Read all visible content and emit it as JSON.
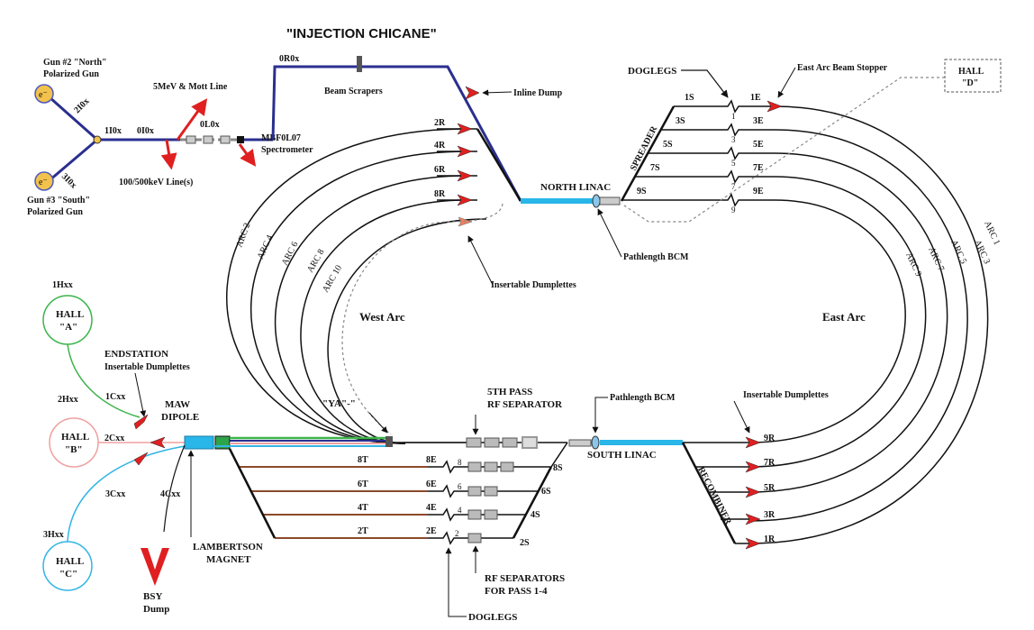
{
  "title": "\"INJECTION CHICANE\"",
  "injector": {
    "gun2_line1": "Gun #2  \"North\"",
    "gun2_line2": "Polarized Gun",
    "gun3_line1": "Gun #3  \"South\"",
    "gun3_line2": "Polarized Gun",
    "gun_symbol": "e⁻",
    "l2I0x": "2I0x",
    "l3I0x": "3I0x",
    "l1I0x": "1I0x",
    "l0I0x": "0I0x",
    "l0L0x": "0L0x",
    "l0R0x": "0R0x",
    "mott": "5MeV & Mott Line",
    "kev": "100/500keV Line(s)",
    "mbf1": "MBF0L07",
    "mbf2": "Spectrometer",
    "scrapers": "Beam Scrapers",
    "inline_dump": "Inline Dump"
  },
  "north": {
    "linac": "NORTH LINAC",
    "bcm": "Pathlength BCM",
    "west_dumps": [
      "2R",
      "4R",
      "6R",
      "8R"
    ],
    "insertable": "Insertable Dumplettes",
    "spreader": "SPREADER",
    "doglegs": "DOGLEGS",
    "stopper": "East Arc Beam Stopper",
    "hall_d_1": "HALL",
    "hall_d_2": "\"D\"",
    "s_labels": [
      "1S",
      "3S",
      "5S",
      "7S",
      "9S"
    ],
    "e_labels": [
      "1E",
      "3E",
      "5E",
      "7E",
      "9E"
    ],
    "n_labels": [
      "1",
      "3",
      "5",
      "7",
      "9"
    ]
  },
  "arcs": {
    "west": [
      "ARC 2",
      "ARC 4",
      "ARC 6",
      "ARC 8",
      "ARC 10"
    ],
    "east": [
      "ARC 1",
      "ARC 3",
      "ARC 5",
      "ARC 7",
      "ARC 9"
    ],
    "west_label": "West Arc",
    "east_label": "East Arc"
  },
  "halls": {
    "a_code": "1Hxx",
    "a_1": "HALL",
    "a_2": "\"A\"",
    "b_code": "2Hxx",
    "b_1": "HALL",
    "b_2": "\"B\"",
    "c_code": "3Hxx",
    "c_1": "HALL",
    "c_2": "\"C\"",
    "endstation_1": "ENDSTATION",
    "endstation_2": "Insertable Dumplettes",
    "c1": "1Cxx",
    "c2": "2Cxx",
    "c3": "3Cxx",
    "c4": "4Cxx",
    "maw_1": "MAW",
    "maw_2": "DIPOLE",
    "bsy_1": "BSY",
    "bsy_2": "Dump",
    "lam_1": "LAMBERTSON",
    "lam_2": "MAGNET"
  },
  "south": {
    "ya": "\"YA\"-\"",
    "fifth_1": "5TH PASS",
    "fifth_2": "RF SEPARATOR",
    "bcm": "Pathlength BCM",
    "linac": "SOUTH LINAC",
    "insertable": "Insertable Dumplettes",
    "recombiner": "RECOMBINER",
    "r_labels": [
      "9R",
      "7R",
      "5R",
      "3R",
      "1R"
    ],
    "t_labels": [
      "8T",
      "6T",
      "4T",
      "2T"
    ],
    "e_labels": [
      "8E",
      "6E",
      "4E",
      "2E"
    ],
    "n_labels": [
      "8",
      "6",
      "4",
      "2"
    ],
    "s_labels": [
      "8S",
      "6S",
      "4S",
      "2S"
    ],
    "rf_1": "RF SEPARATORS",
    "rf_2": "FOR PASS 1-4",
    "doglegs": "DOGLEGS"
  },
  "colors": {
    "chicane": "#2a2f8f",
    "linac": "#29b6e8",
    "dump": "#e02020",
    "hall_a": "#3cb44b",
    "hall_b": "#f0a0a0",
    "hall_c": "#33b5e5",
    "gun": "#f3c24c",
    "transfer": "#8b4a2b"
  }
}
